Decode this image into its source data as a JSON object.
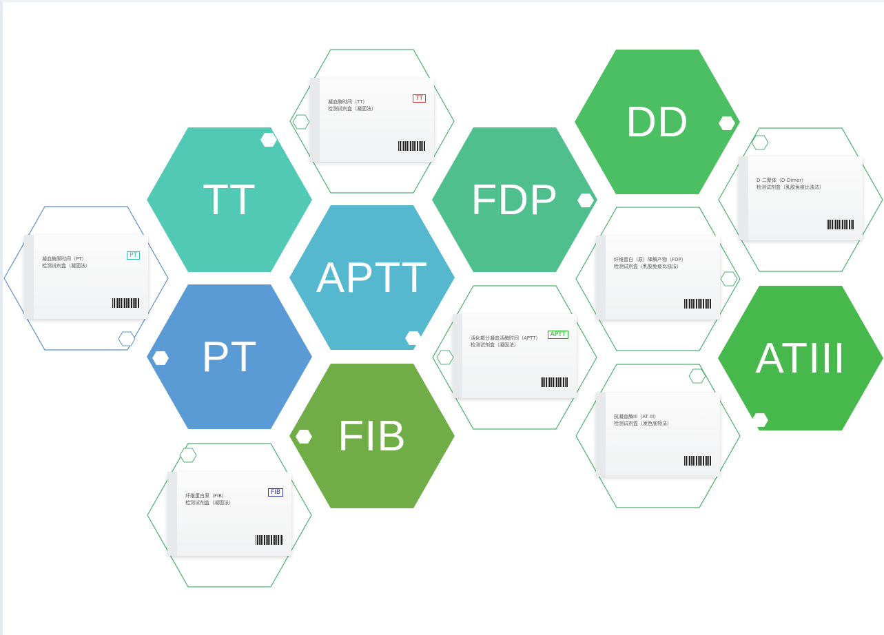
{
  "hexagons": [
    {
      "label": "TT",
      "color": "#52c9b5"
    },
    {
      "label": "APTT",
      "color": "#56b8cf"
    },
    {
      "label": "PT",
      "color": "#5b9bd5"
    },
    {
      "label": "FIB",
      "color": "#70ad47"
    },
    {
      "label": "FDP",
      "color": "#4fc08d"
    },
    {
      "label": "DD",
      "color": "#4cbf62"
    },
    {
      "label": "ATIII",
      "color": "#47b84c"
    }
  ],
  "products": {
    "tt": {
      "line1": "凝血酶时间（TT）",
      "line2": "检测试剂盒（凝固法）",
      "badge": "TT"
    },
    "pt": {
      "line1": "凝血酶原时间（PT）",
      "line2": "检测试剂盒（凝固法）",
      "badge": "PT"
    },
    "fib": {
      "line1": "纤维蛋白原（FIB）",
      "line2": "检测试剂盒（凝固法）",
      "badge": "FIB"
    },
    "aptt": {
      "line1": "活化部分凝血活酶时间（APTT）",
      "line2": "检测试剂盒（凝固法）",
      "badge": "APTT"
    },
    "fdp": {
      "line1": "纤维蛋白（原）降解产物（FDP）",
      "line2": "检测试剂盒（乳胶免疫比浊法）"
    },
    "dd": {
      "line1": "D-二聚体（D-Dimer）",
      "line2": "检测试剂盒（乳胶免疫比浊法）"
    },
    "atiii": {
      "line1": "抗凝血酶III（AT III）",
      "line2": "检测试剂盒（发色底物法）"
    }
  }
}
